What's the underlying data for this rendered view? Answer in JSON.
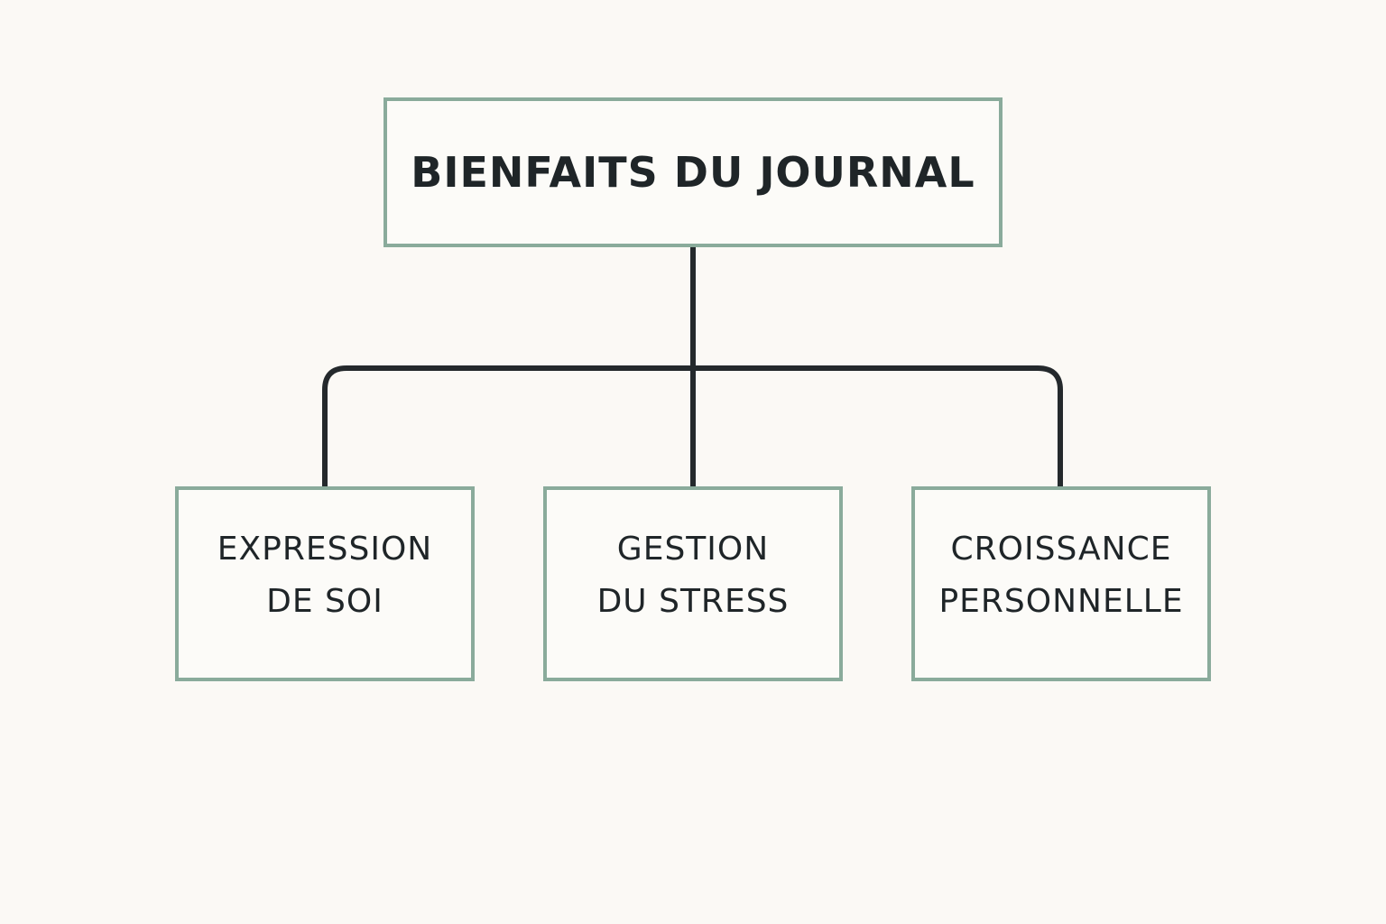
{
  "diagram": {
    "root": {
      "label": "BIENFAITS DU JOURNAL"
    },
    "children": [
      {
        "line1": "EXPRESSION",
        "line2": "DE SOI"
      },
      {
        "line1": "GESTION",
        "line2": "DU STRESS"
      },
      {
        "line1": "CROISSANCE",
        "line2": "PERSONNELLE"
      }
    ]
  },
  "colors": {
    "background": "#fbf9f5",
    "box_border": "#8aab9b",
    "text": "#1f2528",
    "connector": "#24292c"
  }
}
